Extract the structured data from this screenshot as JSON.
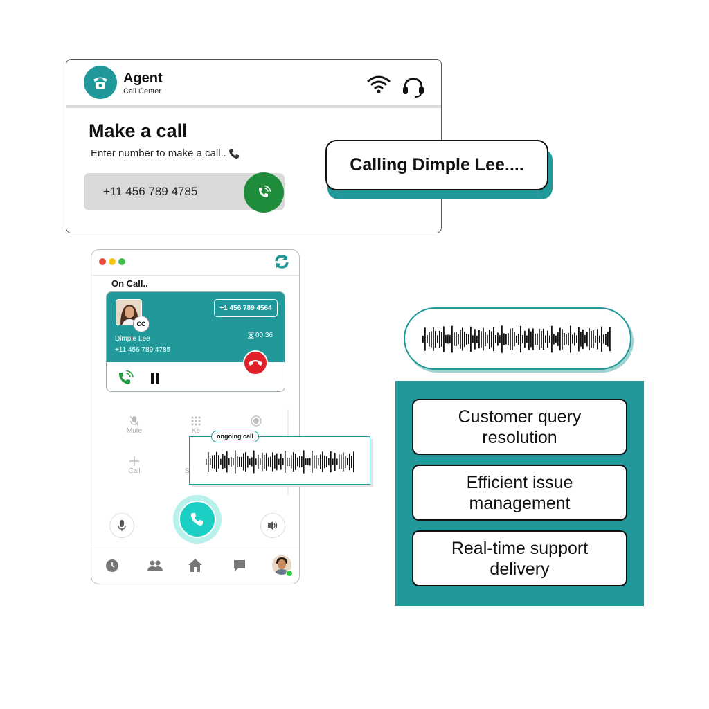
{
  "agent_card": {
    "title": "Agent",
    "subtitle": "Call Center",
    "heading": "Make a call",
    "instruction": "Enter number to make a call..",
    "phone_number": "+11 456 789 4785",
    "icons": [
      "phone-logo-icon",
      "wifi-icon",
      "headset-icon",
      "phone-emoji-icon",
      "call-icon"
    ]
  },
  "calling_bubble": {
    "text": "Calling Dimple Lee...."
  },
  "phone_app": {
    "status": "On Call..",
    "caller": {
      "name": "Dimple Lee",
      "number": "+11 456 789 4785",
      "badge": "CC",
      "chip_number": "+1 456 789 4564",
      "timer": "00:36"
    },
    "controls": [
      {
        "label": "Mute",
        "icon": "mic-off-icon"
      },
      {
        "label": "Ke",
        "icon": "keypad-icon"
      },
      {
        "label": "",
        "icon": "record-icon"
      },
      {
        "label": "Call",
        "icon": "plus-icon"
      },
      {
        "label": "Sh",
        "icon": "share-icon"
      }
    ],
    "nav": [
      "clock-icon",
      "contacts-icon",
      "home-icon",
      "chat-icon",
      "user-avatar"
    ]
  },
  "ongoing_call": {
    "label": "ongoing call"
  },
  "features": [
    "Customer query resolution",
    "Efficient issue management",
    "Real-time support delivery"
  ],
  "colors": {
    "teal": "#21989a",
    "green": "#1f8c3b",
    "red": "#e0202a",
    "aqua": "#1ccfc4"
  }
}
